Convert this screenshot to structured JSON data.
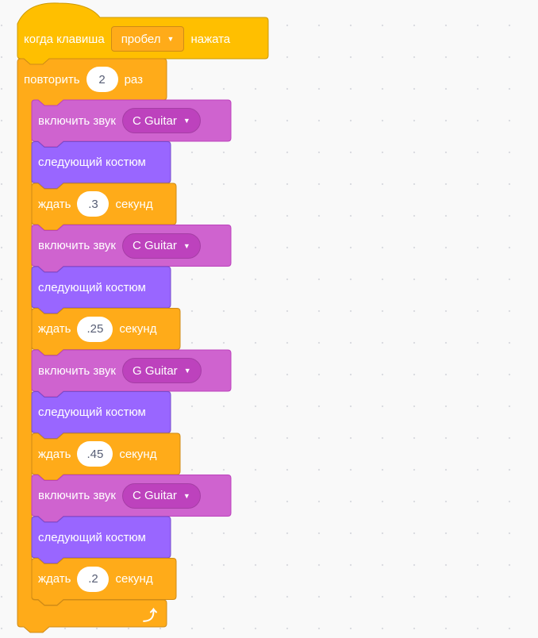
{
  "colors": {
    "events": "#ffbf00",
    "control": "#ffab19",
    "sound": "#cf63cf",
    "looks": "#9966ff"
  },
  "hat": {
    "label": "когда клавиша",
    "key": "пробел",
    "suffix": "нажата"
  },
  "repeat": {
    "label": "повторить",
    "count": "2",
    "suffix": "раз",
    "arrow_icon": "loop-arrow-icon"
  },
  "labels": {
    "play_sound": "включить звук",
    "next_costume": "следующий костюм",
    "wait": "ждать",
    "seconds": "секунд"
  },
  "steps": [
    {
      "sound": "C Guitar",
      "wait": ".3"
    },
    {
      "sound": "C Guitar",
      "wait": ".25"
    },
    {
      "sound": "G Guitar",
      "wait": ".45"
    },
    {
      "sound": "C Guitar",
      "wait": ".2"
    }
  ]
}
